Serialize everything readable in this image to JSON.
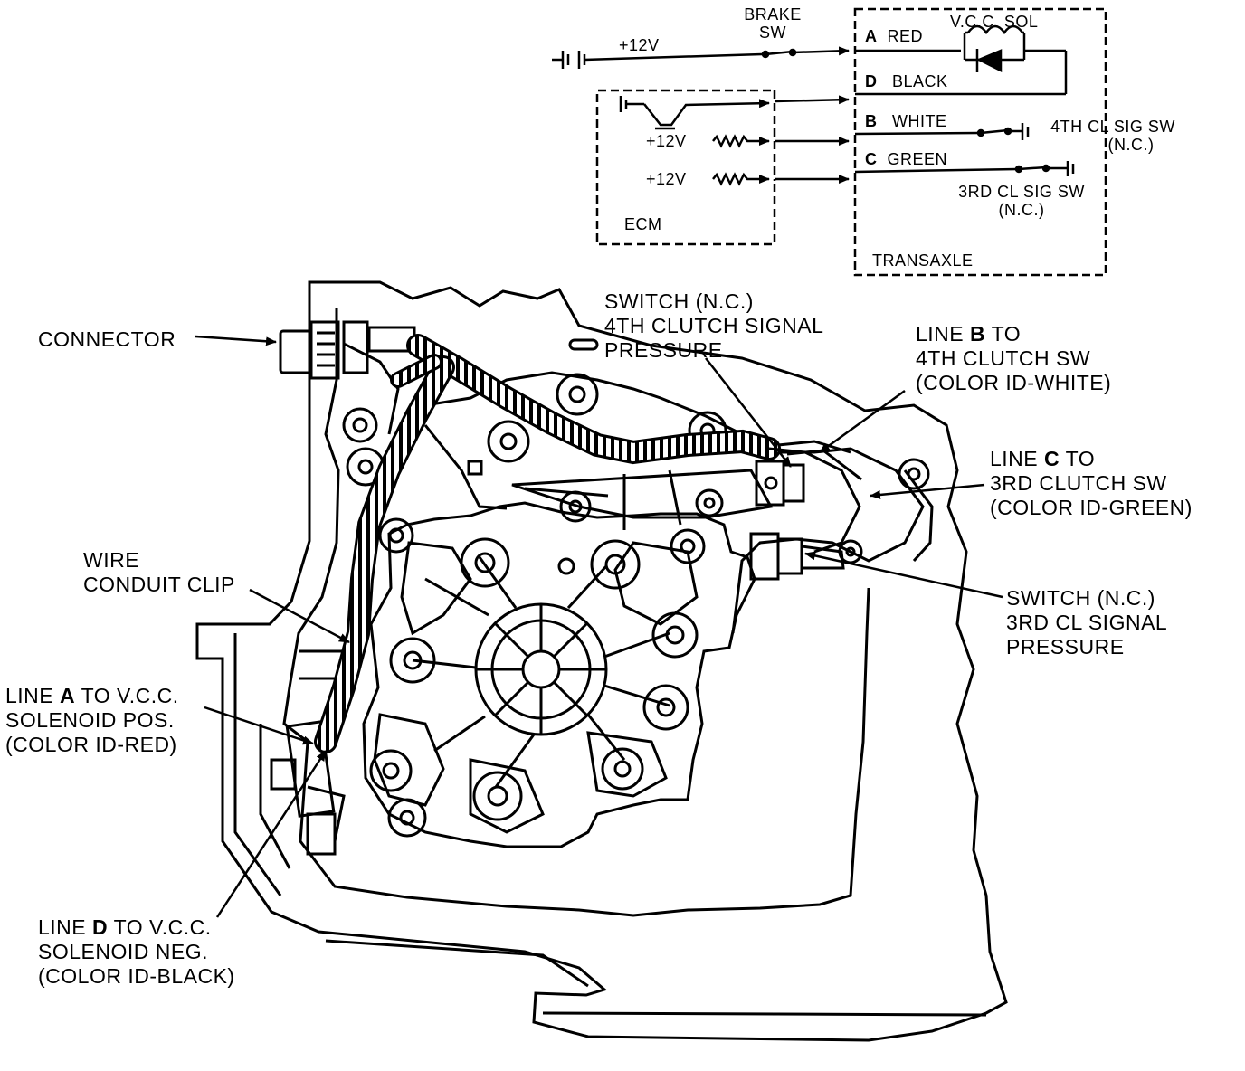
{
  "schematic": {
    "supply": "+12V",
    "brake_switch": [
      "BRAKE",
      "SW"
    ],
    "solenoid": "V.C.C. SOL",
    "pins": [
      {
        "letter": "A",
        "color": "RED"
      },
      {
        "letter": "D",
        "color": "BLACK"
      },
      {
        "letter": "B",
        "color": "WHITE"
      },
      {
        "letter": "C",
        "color": "GREEN"
      }
    ],
    "ecm_supply_1": "+12V",
    "ecm_supply_2": "+12V",
    "ecm_label": "ECM",
    "transaxle_label": "TRANSAXLE",
    "fourth_switch": [
      "4TH CL SIG SW",
      "(N.C.)"
    ],
    "third_switch": [
      "3RD CL SIG SW",
      "(N.C.)"
    ]
  },
  "callouts": {
    "connector": "CONNECTOR",
    "switch_4th": [
      "SWITCH (N.C.)",
      "4TH CLUTCH SIGNAL",
      "PRESSURE"
    ],
    "line_b": {
      "word": "LINE",
      "letter": "B",
      "rest": "TO",
      "lines": [
        "4TH CLUTCH SW",
        "(COLOR ID-WHITE)"
      ]
    },
    "line_c": {
      "word": "LINE",
      "letter": "C",
      "rest": "TO",
      "lines": [
        "3RD CLUTCH SW",
        "(COLOR ID-GREEN)"
      ]
    },
    "wire_clip": [
      "WIRE",
      "CONDUIT CLIP"
    ],
    "switch_3rd": [
      "SWITCH (N.C.)",
      "3RD CL SIGNAL",
      "PRESSURE"
    ],
    "line_a": {
      "word": "LINE",
      "letter": "A",
      "rest": "TO V.C.C.",
      "lines": [
        "SOLENOID POS.",
        "(COLOR ID-RED)"
      ]
    },
    "line_d": {
      "word": "LINE",
      "letter": "D",
      "rest": "TO V.C.C.",
      "lines": [
        "SOLENOID NEG.",
        "(COLOR ID-BLACK)"
      ]
    }
  }
}
